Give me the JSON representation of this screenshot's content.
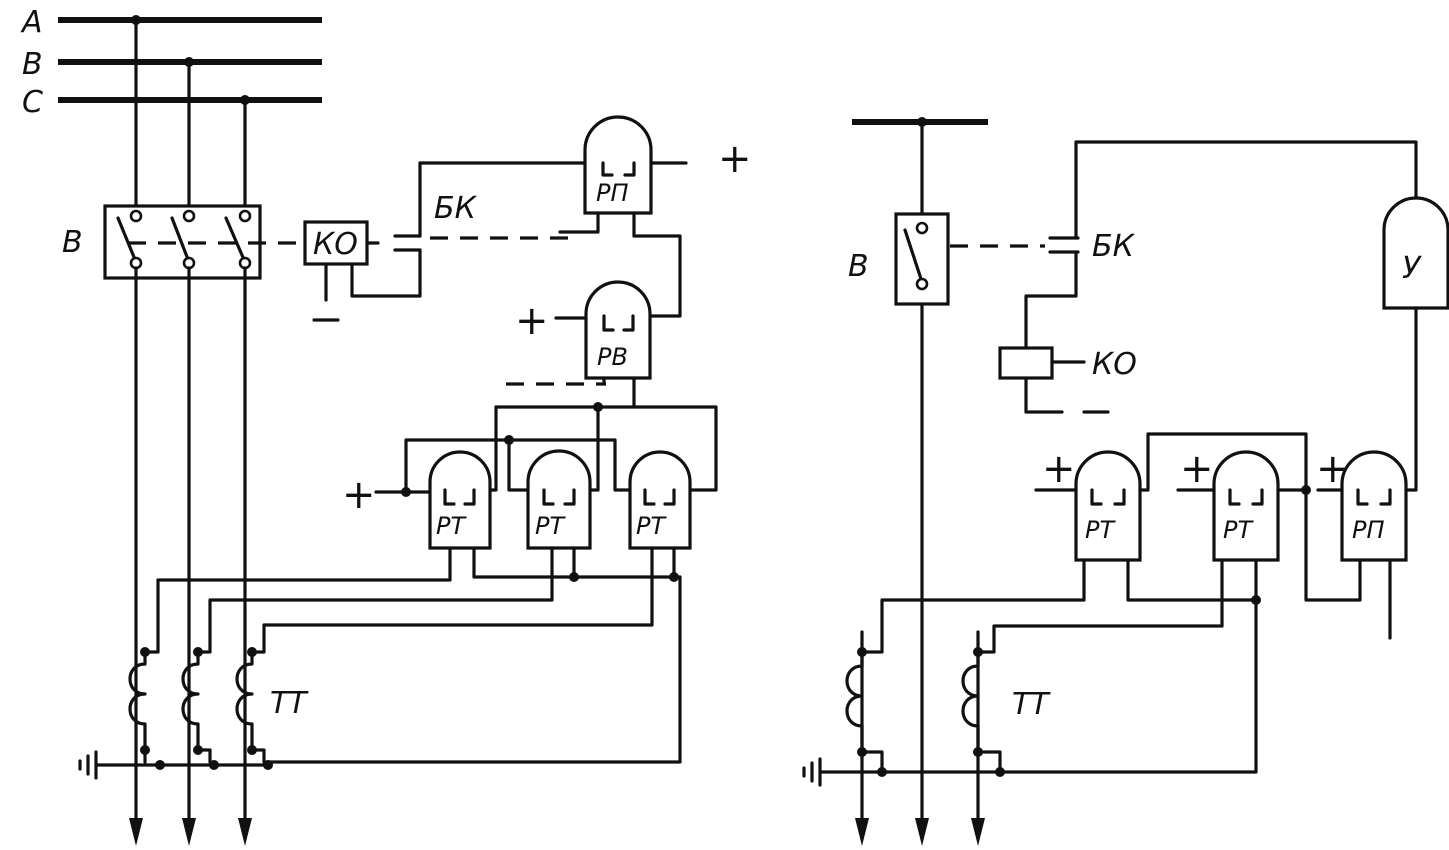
{
  "left": {
    "phases": [
      "A",
      "B",
      "C"
    ],
    "breaker": "В",
    "trip_coil": "КО",
    "aux_contact": "БК",
    "intermediate_relay": "РП",
    "time_relay": "РВ",
    "current_relays": [
      "РТ",
      "РТ",
      "РТ"
    ],
    "current_transformers": "ТТ",
    "plus": "+",
    "minus": "−"
  },
  "right": {
    "breaker": "В",
    "aux_contact": "БК",
    "trip_coil": "КО",
    "signal_relay": "У",
    "current_relays": [
      "РТ",
      "РТ"
    ],
    "intermediate_relay": "РП",
    "current_transformers": "ТТ",
    "plus": "+",
    "minus": "−"
  }
}
